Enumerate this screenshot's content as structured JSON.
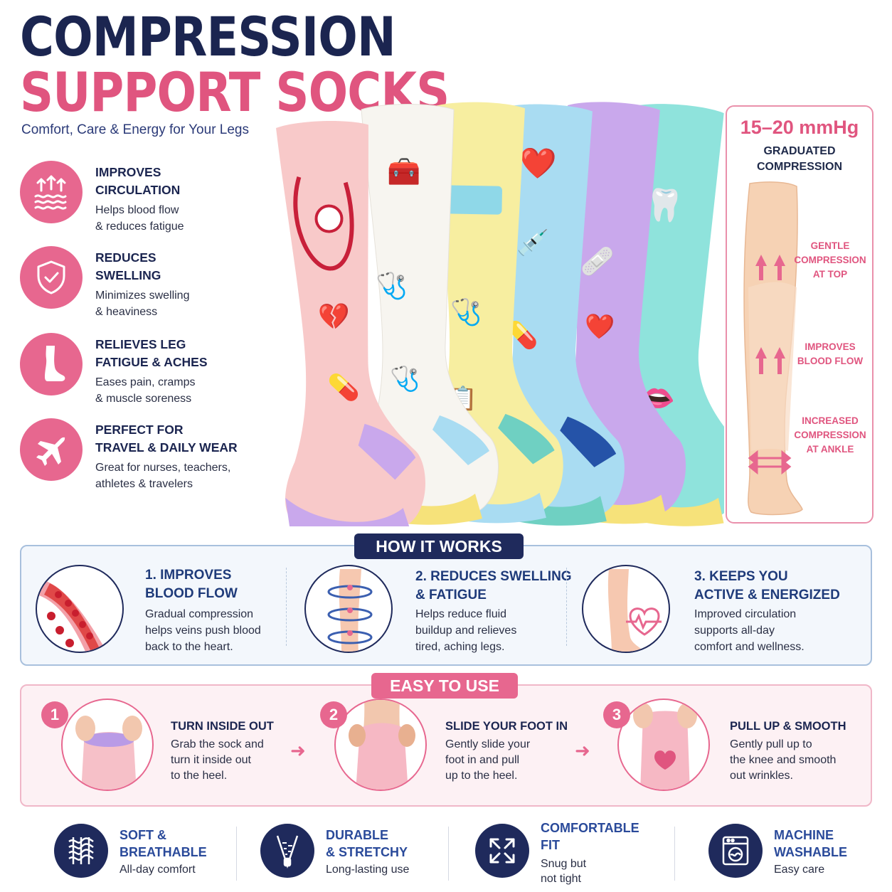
{
  "header": {
    "title_line1": "COMPRESSION",
    "title_line2": "SUPPORT SOCKS",
    "tagline": "Comfort, Care & Energy for Your Legs"
  },
  "benefits": [
    {
      "title": "IMPROVES\nCIRCULATION",
      "desc": "Helps blood flow\n& reduces fatigue",
      "icon": "circulation-arrows-icon"
    },
    {
      "title": "REDUCES\nSWELLING",
      "desc": "Minimizes swelling\n& heaviness",
      "icon": "shield-check-icon"
    },
    {
      "title": "RELIEVES LEG\nFATIGUE & ACHES",
      "desc": "Eases pain, cramps\n& muscle soreness",
      "icon": "leg-icon"
    },
    {
      "title": "PERFECT FOR\nTRAVEL & DAILY WEAR",
      "desc": "Great for nurses, teachers,\nathletes & travelers",
      "icon": "airplane-icon"
    }
  ],
  "compression": {
    "value": "15–20 mmHg",
    "label": "GRADUATED\nCOMPRESSION",
    "notes": [
      "GENTLE\nCOMPRESSION\nAT TOP",
      "IMPROVES\nBLOOD FLOW",
      "INCREASED\nCOMPRESSION\nAT ANKLE"
    ]
  },
  "how_it_works": {
    "title": "HOW IT WORKS",
    "items": [
      {
        "title": "1. IMPROVES\n    BLOOD FLOW",
        "desc": "Gradual compression\nhelps veins push blood\nback to the heart."
      },
      {
        "title": "2. REDUCES SWELLING\n& FATIGUE",
        "desc": "Helps reduce fluid\nbuildup and relieves\ntired, aching legs."
      },
      {
        "title": "3. KEEPS YOU\n    ACTIVE & ENERGIZED",
        "desc": "Improved circulation\nsupports all-day\ncomfort and wellness."
      }
    ]
  },
  "easy_to_use": {
    "title": "EASY TO USE",
    "steps": [
      {
        "num": "1",
        "title": "TURN INSIDE OUT",
        "desc": "Grab the sock and\nturn it inside out\nto the heel."
      },
      {
        "num": "2",
        "title": "SLIDE YOUR FOOT IN",
        "desc": "Gently slide your\nfoot in and pull\nup to the heel."
      },
      {
        "num": "3",
        "title": "PULL UP & SMOOTH",
        "desc": "Gently pull up to\nthe knee and smooth\nout wrinkles."
      }
    ]
  },
  "features": [
    {
      "title": "SOFT &\nBREATHABLE",
      "desc": "All-day comfort",
      "icon": "mesh-icon"
    },
    {
      "title": "DURABLE\n& STRETCHY",
      "desc": "Long-lasting use",
      "icon": "zipper-icon"
    },
    {
      "title": "COMFORTABLE\nFIT",
      "desc": "Snug but\nnot tight",
      "icon": "expand-arrows-icon"
    },
    {
      "title": "MACHINE\nWASHABLE",
      "desc": "Easy care",
      "icon": "washing-machine-icon"
    }
  ],
  "colors": {
    "navy": "#1b2550",
    "pink": "#e0557f",
    "sock_colors": [
      "#f8c9c9",
      "#f7f5f0",
      "#f7eea0",
      "#a9dcf2",
      "#c9a8ec",
      "#8fe3dc"
    ]
  }
}
